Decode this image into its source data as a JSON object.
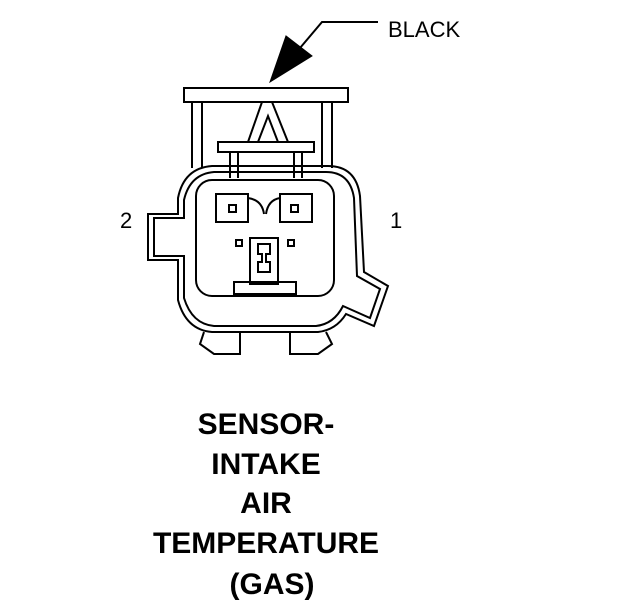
{
  "diagram": {
    "callout_label": "BLACK",
    "pin_labels": [
      "2",
      "1"
    ],
    "title_lines": [
      "SENSOR-",
      "INTAKE",
      "AIR",
      "TEMPERATURE",
      "(GAS)"
    ],
    "colors": {
      "ink": "#000000",
      "background": "#ffffff"
    }
  }
}
